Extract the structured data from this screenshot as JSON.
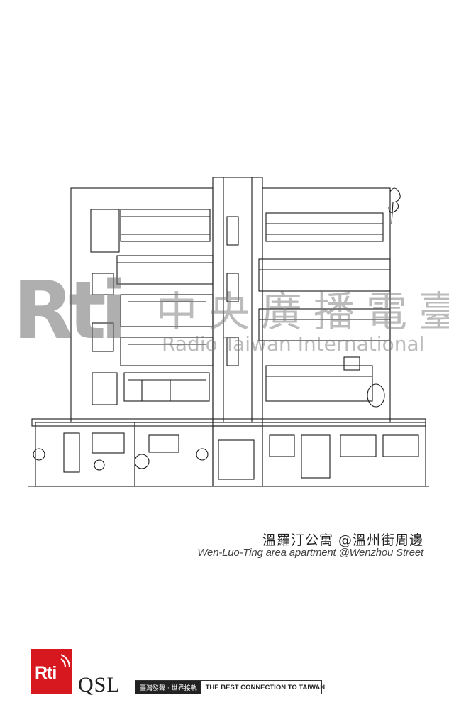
{
  "watermark": {
    "logo": "Rti",
    "name_cn": "中央廣播電臺",
    "name_en": "Radio Taiwan International"
  },
  "caption": {
    "title_cn": "溫羅汀公寓 @溫州街周邊",
    "title_en": "Wen-Luo-Ting area apartment @Wenzhou Street"
  },
  "footer": {
    "logo_text": "Rti",
    "qsl_label": "QSL",
    "slogan_cn": "臺灣發聲 · 世界接軌",
    "slogan_en": "THE BEST CONNECTION TO TAIWAN"
  },
  "colors": {
    "brand_red": "#d7191f",
    "ink": "#222222"
  },
  "icons": {
    "logo": "rti-signal-icon"
  }
}
